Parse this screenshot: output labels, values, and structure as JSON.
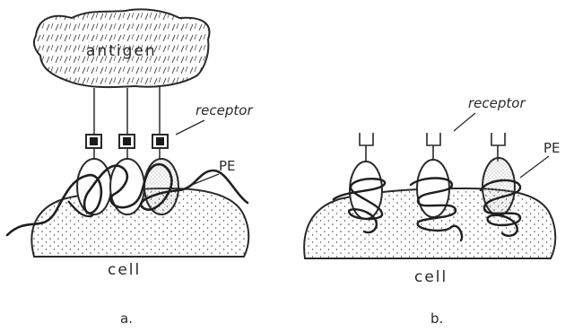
{
  "panel_a": {
    "antigen_label": "antigen",
    "receptor_label": "receptor",
    "pe_label": "PE",
    "cell_label": "cell",
    "panel_label": "a."
  },
  "panel_b": {
    "receptor_label": "receptor",
    "pe_label": "PE",
    "cell_label": "cell",
    "panel_label": "b."
  },
  "colors": {
    "ink": "#2a2a2a",
    "background": "#ffffff"
  }
}
